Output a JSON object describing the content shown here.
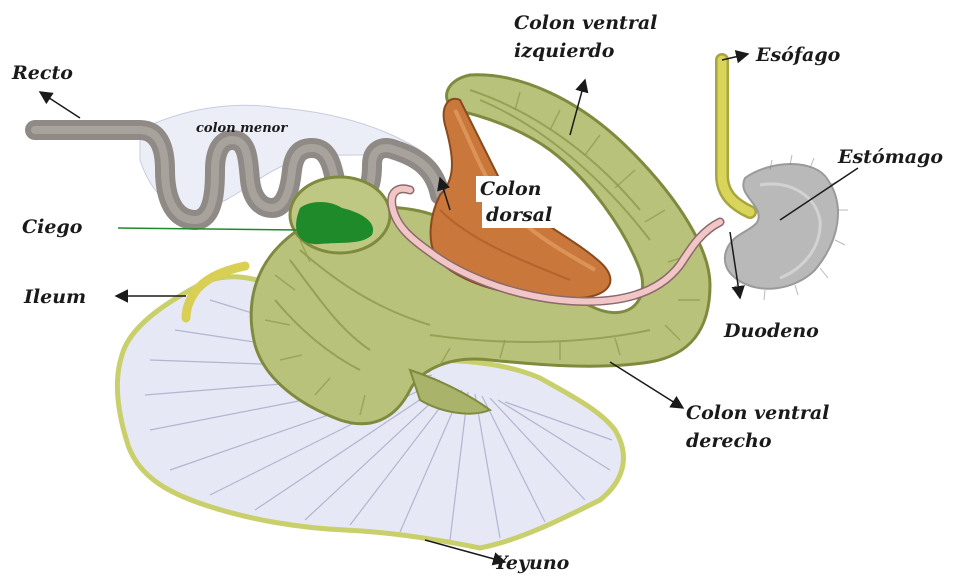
{
  "labels": {
    "recto": "Recto",
    "colon_menor": "colon menor",
    "colon_ventral_izquierdo_1": "Colon ventral",
    "colon_ventral_izquierdo_2": "izquierdo",
    "esofago": "Esófago",
    "estomago": "Estómago",
    "colon_dorsal_1": "Colon",
    "colon_dorsal_2": "dorsal",
    "ciego": "Ciego",
    "ileum": "Ileum",
    "duodeno": "Duodeno",
    "colon_ventral_derecho_1": "Colon ventral",
    "colon_ventral_derecho_2": "derecho",
    "yeyuno": "Yeyuno"
  },
  "colors": {
    "background": "#ffffff",
    "mesentery": "#e6e8f6",
    "mesentery_lines": "#a9adc8",
    "large_colon_green": "#b9c27a",
    "large_colon_dark": "#7f8a3f",
    "dorsal_colon_brown": "#c9773a",
    "small_colon_gray": "#8f8a86",
    "duodenum_pink": "#f2c6c6",
    "stomach_gray": "#b9b9b9",
    "esophagus_yellow": "#d9d45a",
    "ciego_green_mark": "#1f8a2a",
    "yeyuno_border": "#c9cf6a"
  }
}
